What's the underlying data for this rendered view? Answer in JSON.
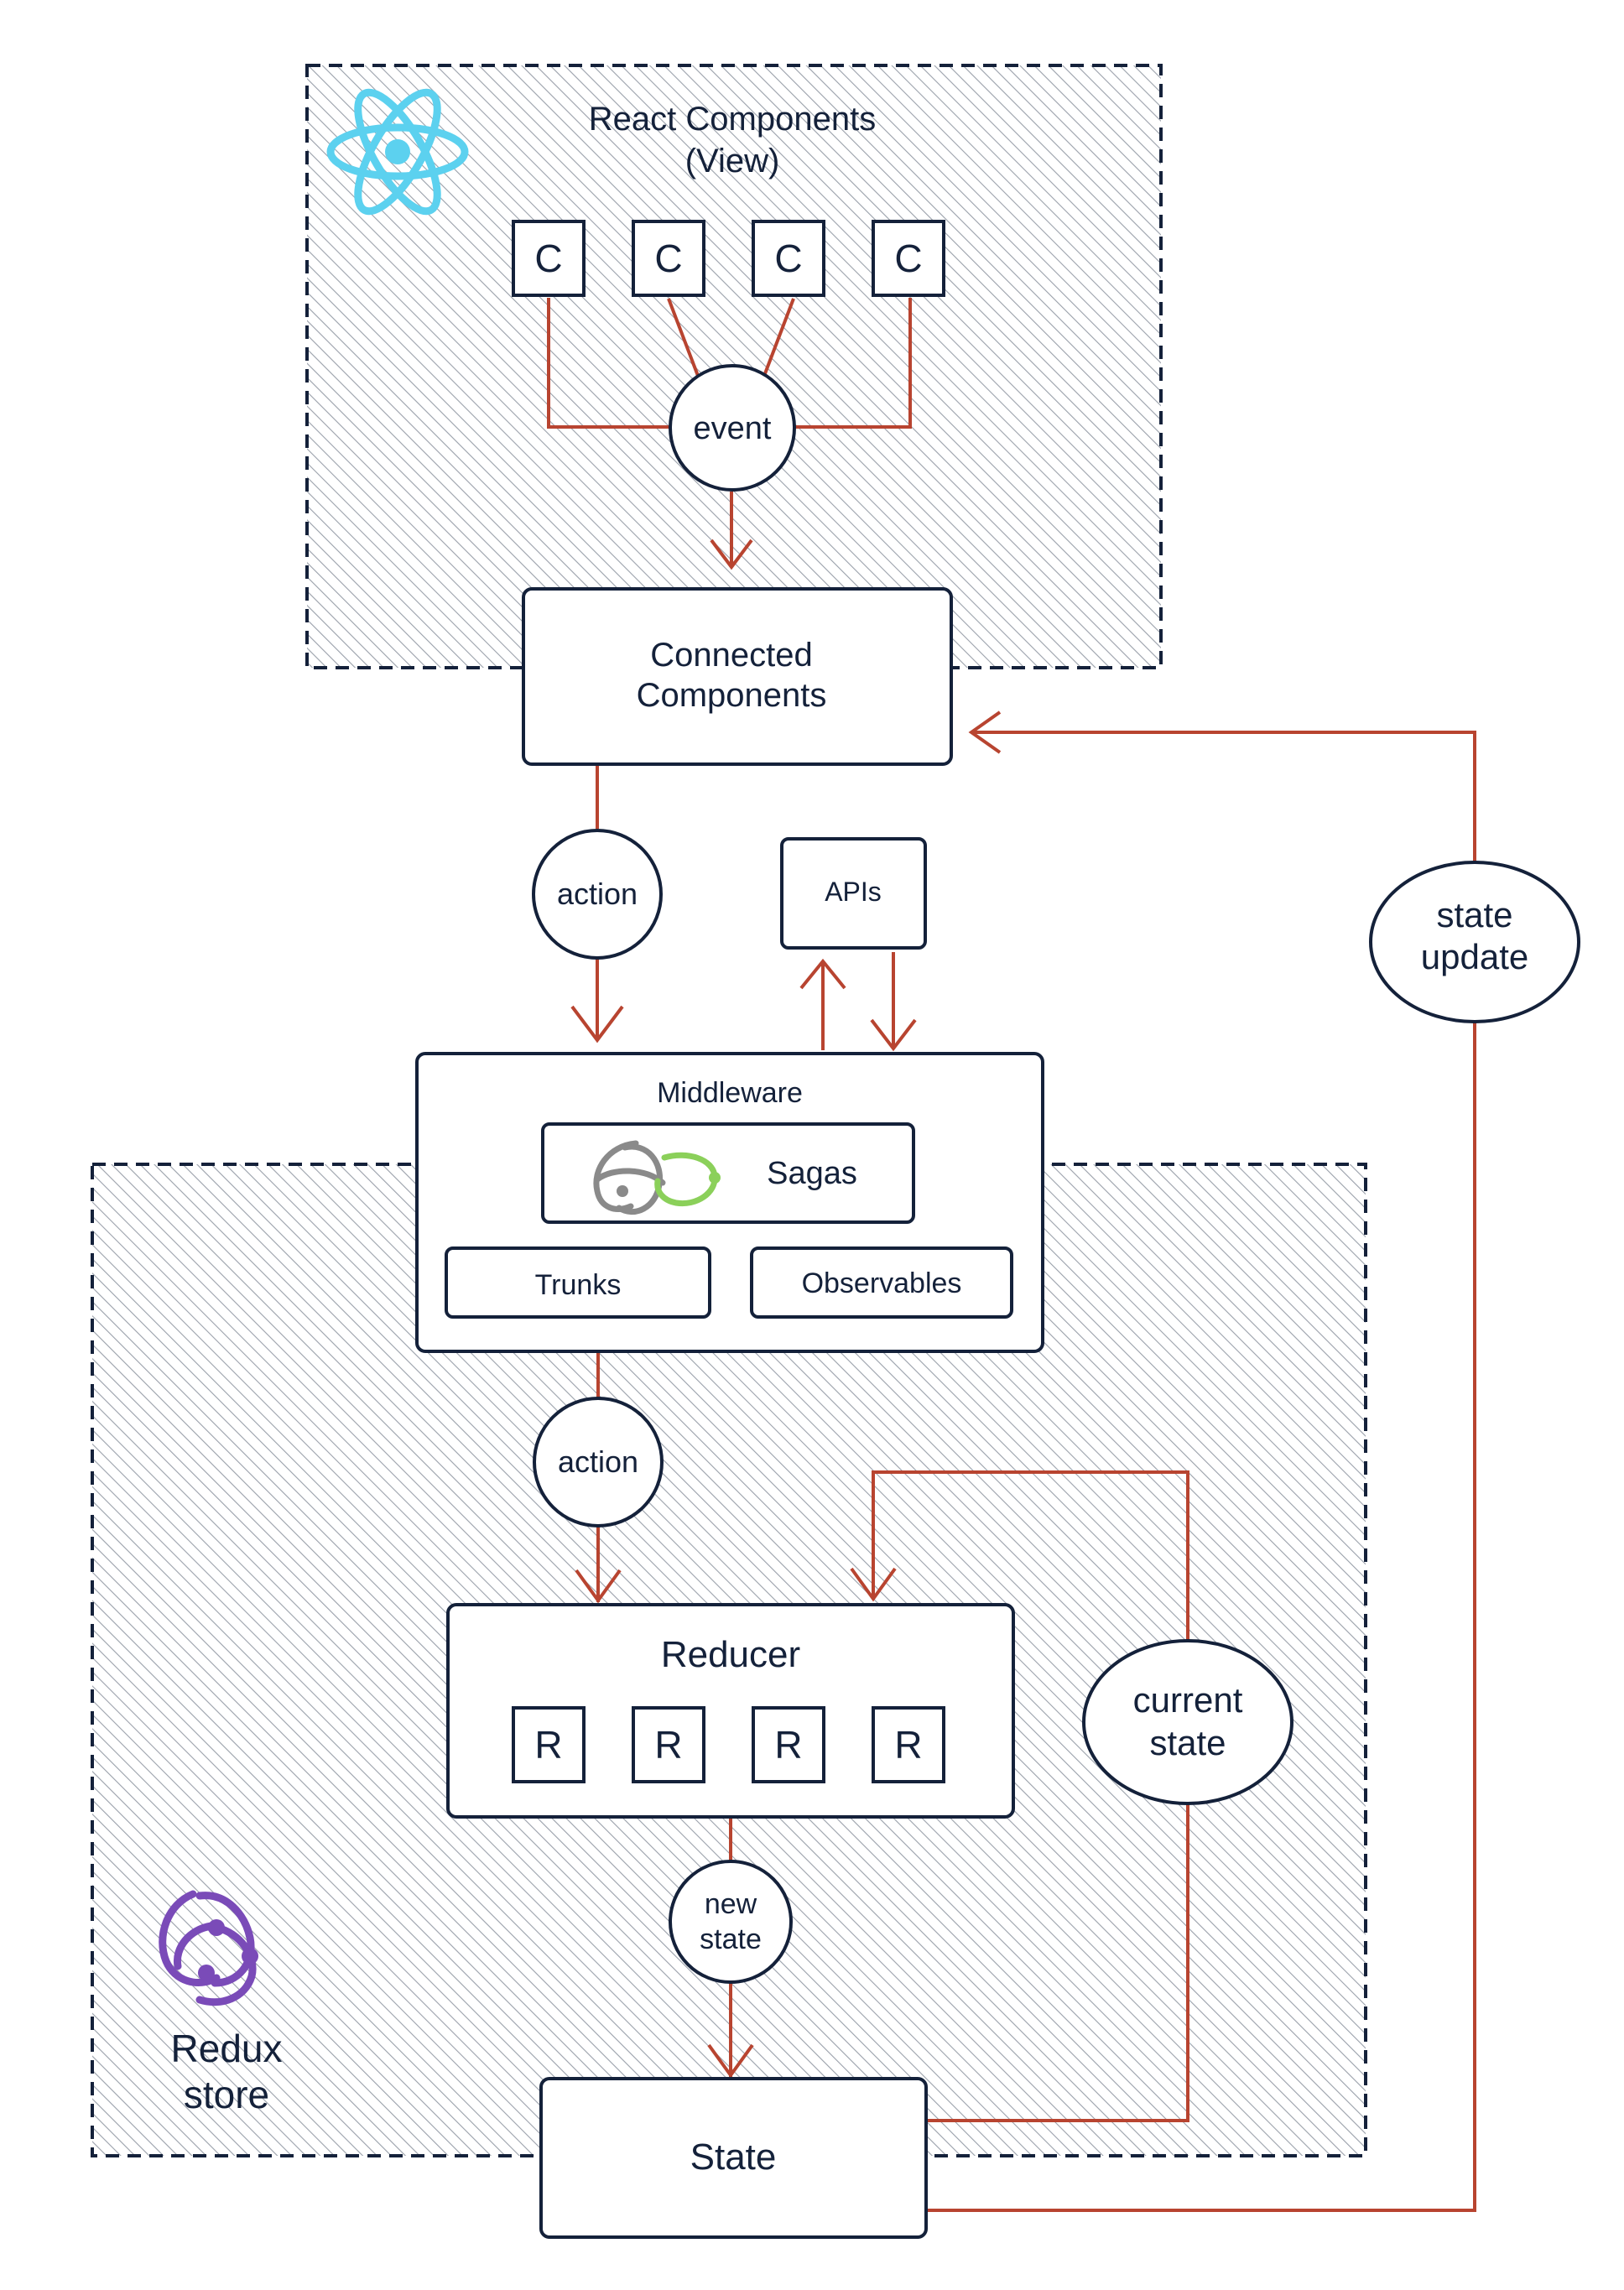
{
  "colors": {
    "ink": "#14213a",
    "arrow": "#b84430",
    "react_logo": "#5cd1ef",
    "redux_logo": "#7a4bb8",
    "saga_gray": "#8a8a8a",
    "saga_green": "#8bd05a"
  },
  "icons": [
    "react-logo-icon",
    "redux-logo-icon",
    "saga-logo-icon"
  ],
  "react_zone": {
    "title": "React Components",
    "subtitle": "(View)"
  },
  "components": [
    "C",
    "C",
    "C",
    "C"
  ],
  "event_label": "event",
  "connected": {
    "line1": "Connected",
    "line2": "Components"
  },
  "action_top": "action",
  "apis": "APIs",
  "state_update": {
    "line1": "state",
    "line2": "update"
  },
  "middleware": {
    "title": "Middleware",
    "sagas": "Sagas",
    "trunks": "Trunks",
    "observables": "Observables"
  },
  "action_bottom": "action",
  "reducer": {
    "title": "Reducer",
    "items": [
      "R",
      "R",
      "R",
      "R"
    ]
  },
  "current_state": {
    "line1": "current",
    "line2": "state"
  },
  "new_state": {
    "line1": "new",
    "line2": "state"
  },
  "redux_store": {
    "line1": "Redux",
    "line2": "store"
  },
  "state": "State"
}
